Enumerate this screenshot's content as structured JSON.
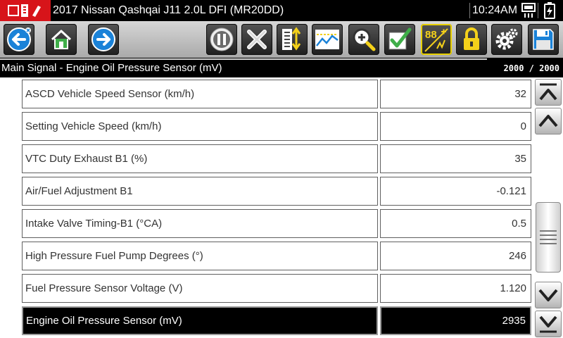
{
  "title_bar": {
    "vehicle": "2017 Nissan Qashqai J11 2.0L DFI (MR20DD)",
    "time": "10:24AM"
  },
  "toolbar": {
    "buttons": [
      {
        "icon": "back-icon"
      },
      {
        "icon": "home-icon"
      },
      {
        "icon": "forward-icon"
      },
      {
        "icon": "pause-icon"
      },
      {
        "icon": "close-icon"
      },
      {
        "icon": "sort-icon"
      },
      {
        "icon": "graph-icon"
      },
      {
        "icon": "zoom-icon"
      },
      {
        "icon": "checkmark-icon"
      },
      {
        "icon": "pid-view-icon",
        "text": "88"
      },
      {
        "icon": "lock-icon"
      },
      {
        "icon": "settings-icon"
      },
      {
        "icon": "save-icon"
      }
    ]
  },
  "signal_header": {
    "label": "Main Signal - Engine Oil Pressure Sensor (mV)",
    "frame_count": "2000 / 2000"
  },
  "rows": [
    {
      "name": "ASCD Vehicle Speed Sensor (km/h)",
      "value": "32"
    },
    {
      "name": "Setting Vehicle Speed (km/h)",
      "value": "0"
    },
    {
      "name": "VTC Duty Exhaust B1 (%)",
      "value": "35"
    },
    {
      "name": "Air/Fuel Adjustment B1",
      "value": "-0.121"
    },
    {
      "name": "Intake Valve Timing-B1 (°CA)",
      "value": "0.5"
    },
    {
      "name": "High Pressure Fuel Pump Degrees (°)",
      "value": "246"
    },
    {
      "name": "Fuel Pressure Sensor Voltage (V)",
      "value": "1.120"
    },
    {
      "name": "Engine Oil Pressure Sensor (mV)",
      "value": "2935",
      "selected": true
    }
  ],
  "colors": {
    "accent_red": "#d7141a",
    "toolbar_highlight": "#e8d000",
    "nav_blue": "#1a82d8"
  }
}
